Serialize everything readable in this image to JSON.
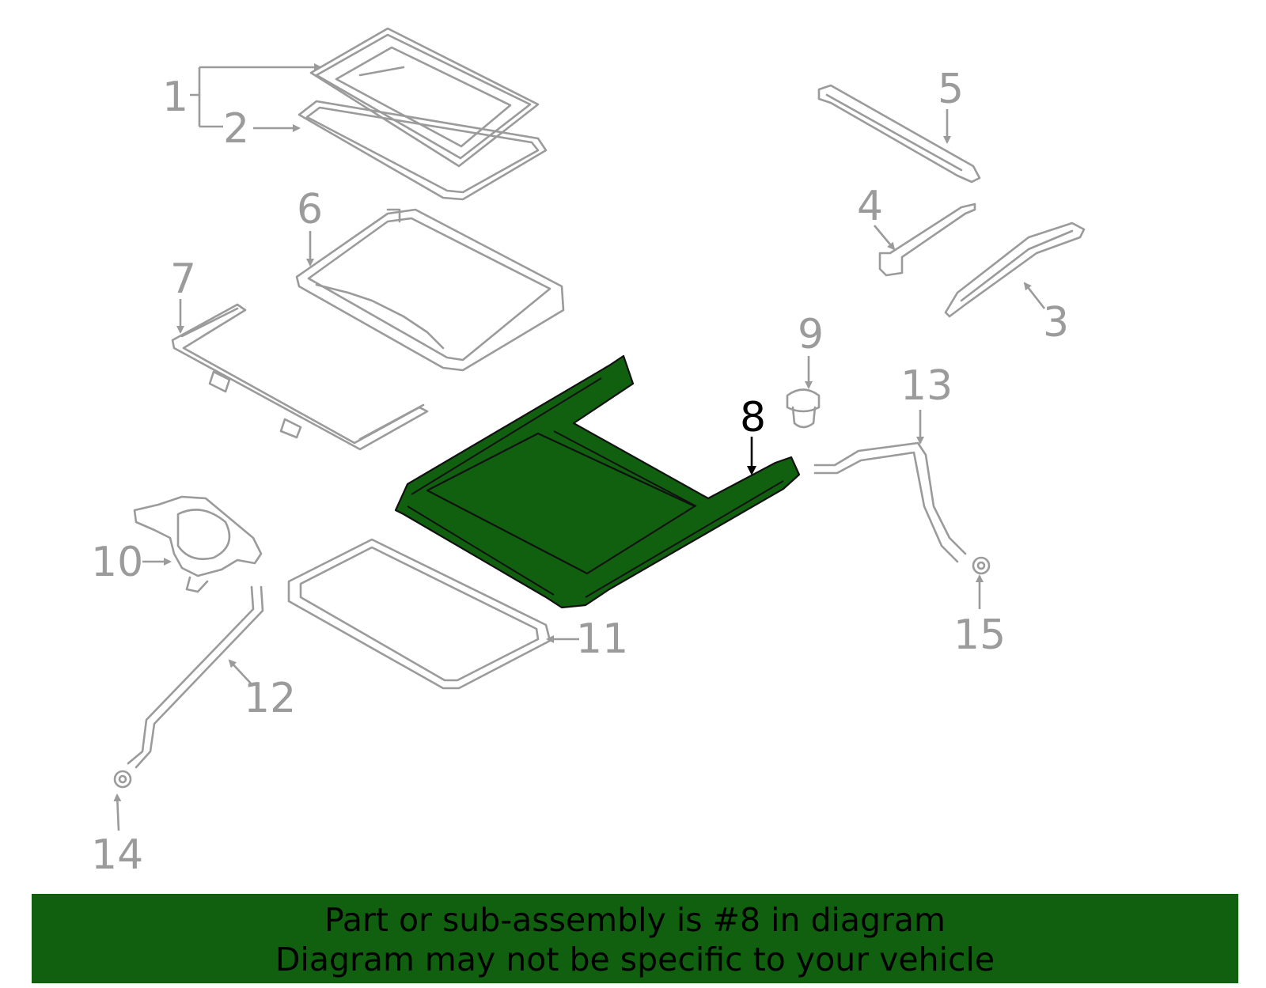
{
  "diagram": {
    "highlight_color": "#106010",
    "callouts": {
      "c1": "1",
      "c2": "2",
      "c3": "3",
      "c4": "4",
      "c5": "5",
      "c6": "6",
      "c7": "7",
      "c8": "8",
      "c9": "9",
      "c10": "10",
      "c11": "11",
      "c12": "12",
      "c13": "13",
      "c14": "14",
      "c15": "15"
    },
    "highlighted_part": "8"
  },
  "banner": {
    "line1": "Part or sub-assembly is #8 in diagram",
    "line2": "Diagram may not be specific to your vehicle",
    "background": "#106010"
  }
}
